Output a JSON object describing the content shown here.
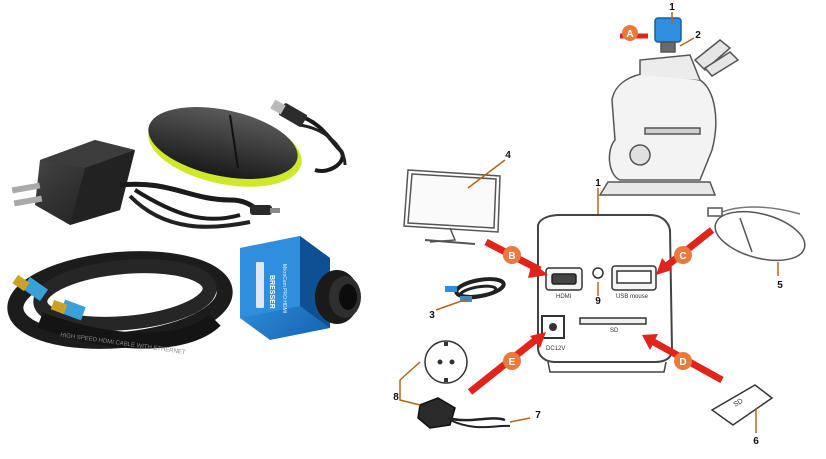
{
  "photo_labels": {
    "camera_brand": "BRESSER",
    "camera_model": "MikroCam PRO HDMI",
    "cable_print": "HIGH SPEED HDMI CABLE WITH ETHERNET"
  },
  "callout_numbers": [
    "1",
    "2",
    "3",
    "4",
    "5",
    "6",
    "7",
    "8",
    "9"
  ],
  "connection_letters": [
    "A",
    "B",
    "C",
    "D",
    "E"
  ],
  "port_labels": {
    "hdmi": "HDMI",
    "usb": "USB mouse",
    "sd": "SD",
    "dc": "DC12V"
  },
  "sd_card_text": "SD",
  "colors": {
    "arrow_red": "#e2231a",
    "badge_orange": "#e87a3d",
    "camera_blue": "#1e7fd0",
    "callout_brown": "#b5651d"
  }
}
